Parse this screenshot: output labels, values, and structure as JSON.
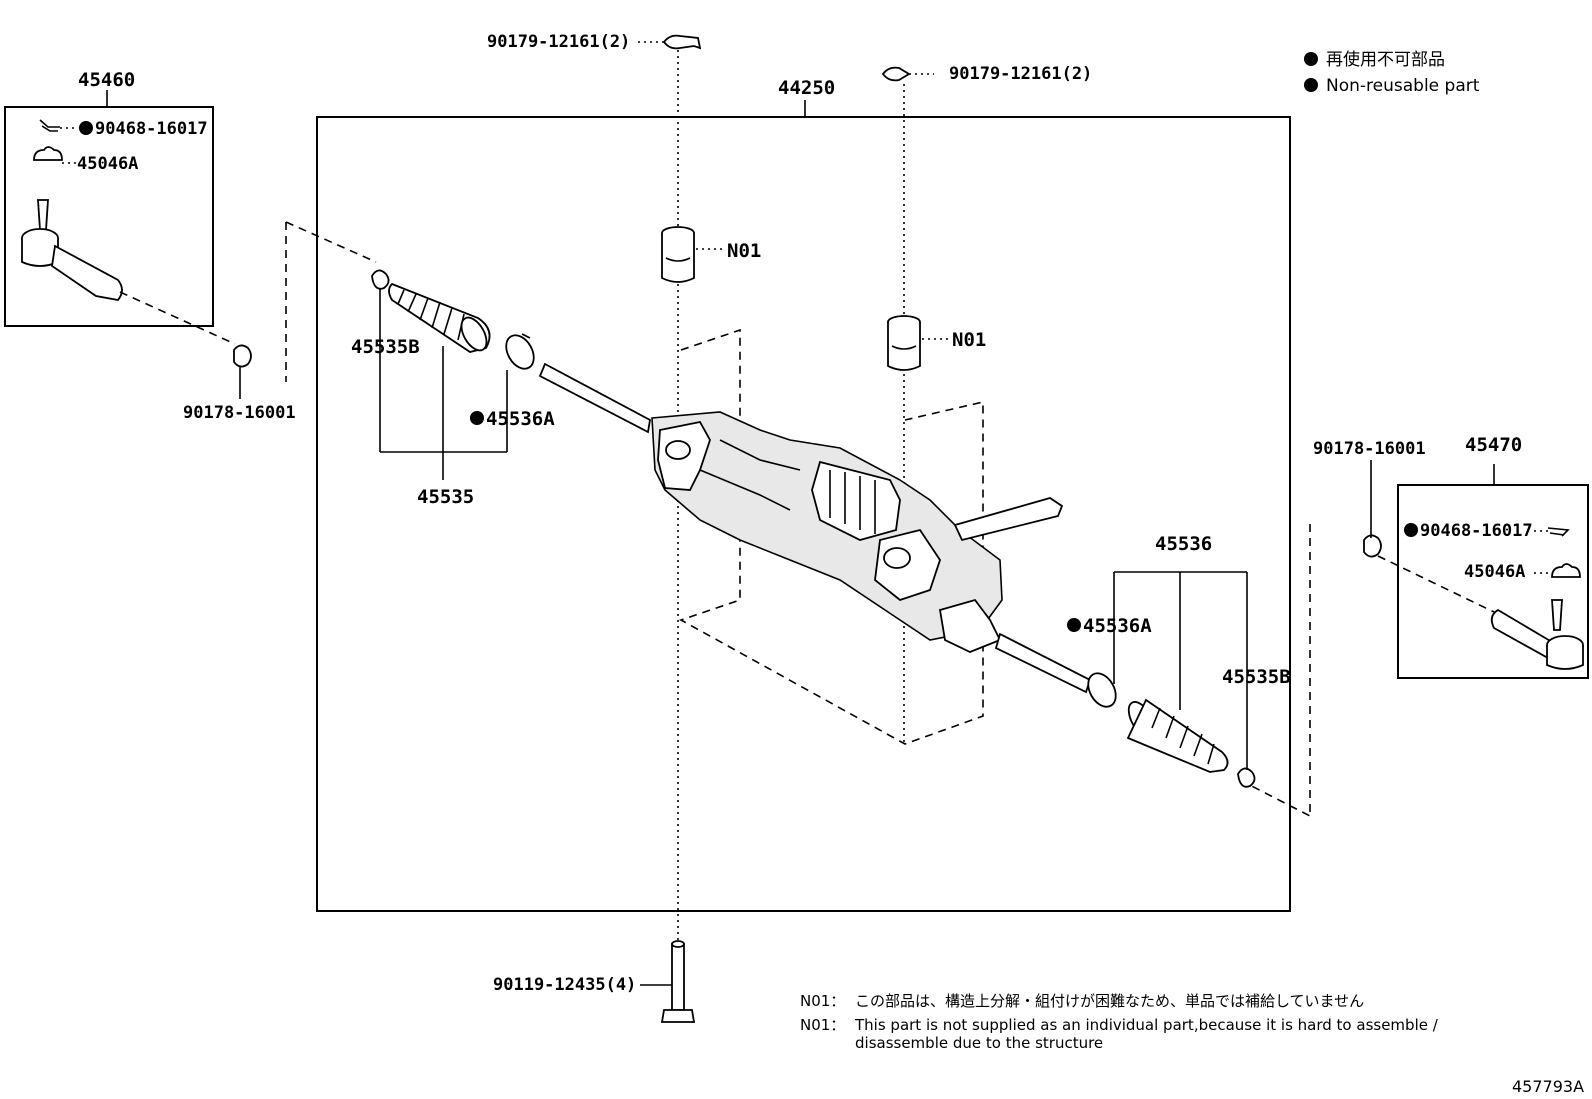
{
  "legend": {
    "jp": "再使用不可部品",
    "en": "Non-reusable part"
  },
  "figure_id": "457793A",
  "assemblies": {
    "main": "44250",
    "left_tie_rod_end": "45460",
    "right_tie_rod_end": "45470",
    "left_boot_set": "45535",
    "right_boot_set": "45536"
  },
  "labels": {
    "left_cotter_pin": "90468-16017",
    "right_cotter_pin": "90468-16017",
    "left_castle_nut": "45046A",
    "right_castle_nut": "45046A",
    "left_lock_nut": "90178-16001",
    "right_lock_nut": "90178-16001",
    "left_boot_clip": "45535B",
    "right_boot_clip": "45535B",
    "left_boot_clamp": "45536A",
    "right_boot_clamp": "45536A",
    "top_clip_left": "90179-12161(2)",
    "top_clip_right": "90179-12161(2)",
    "bushing_1": "N01",
    "bushing_2": "N01",
    "bolt": "90119-12435(4)"
  },
  "notes": {
    "n01_jp_prefix": "N01：",
    "n01_jp": "この部品は、構造上分解・組付けが困難なため、単品では補給していません",
    "n01_en_prefix": "N01：",
    "n01_en_line1": "This part is not supplied as an individual part,because it is hard to assemble /",
    "n01_en_line2": "disassemble due to the structure"
  }
}
